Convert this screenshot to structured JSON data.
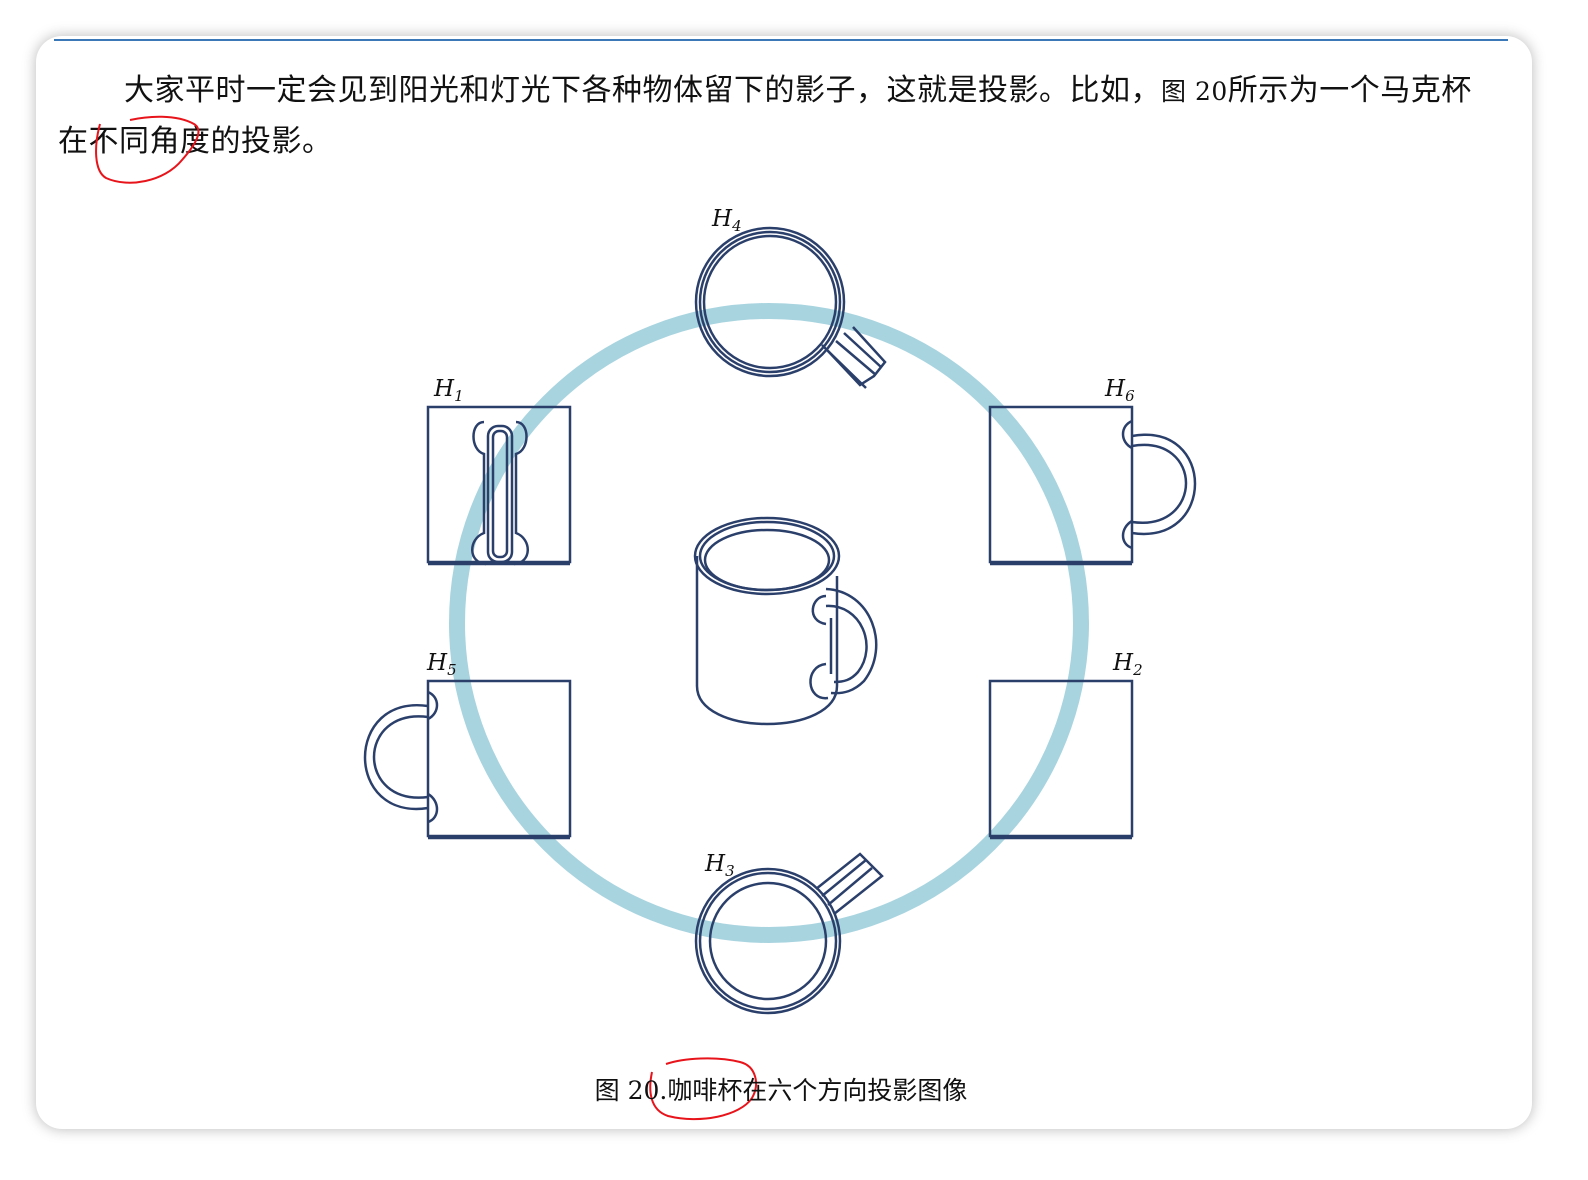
{
  "paragraph": {
    "text_before_ref": "大家平时一定会见到阳光和灯光下各种物体留下的影子，这就是投影。比如，",
    "ref": "图 20",
    "text_after_ref": "所示为一个马克杯在不同角度的投影。"
  },
  "figure": {
    "labels": {
      "h1": {
        "main": "H",
        "sub": "1"
      },
      "h2": {
        "main": "H",
        "sub": "2"
      },
      "h3": {
        "main": "H",
        "sub": "3"
      },
      "h4": {
        "main": "H",
        "sub": "4"
      },
      "h5": {
        "main": "H",
        "sub": "5"
      },
      "h6": {
        "main": "H",
        "sub": "6"
      }
    },
    "caption": {
      "number": "图 20.",
      "text": "咖啡杯在六个方向投影图像"
    }
  },
  "colors": {
    "line": "#2b3f6b",
    "ring": "#a8d4e0",
    "annotation": "#e8141b",
    "rule": "#3a78b8"
  }
}
